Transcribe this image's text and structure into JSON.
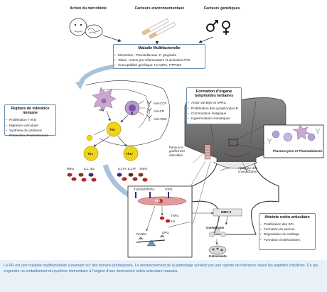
{
  "headers": {
    "microbiote": "Action du microbiote",
    "env": "Facteurs environnementaux",
    "genetic": "Facteurs génétiques"
  },
  "maladie": {
    "title": "Maladie Multifactorielle",
    "items": [
      "Microbiote : Prevotellaceae, P. gingivalis",
      "Tabac : action pro-inflammatoire et activation PAD",
      "Susceptibilité génétique: HLADR1, PTPN22"
    ]
  },
  "rupture": {
    "title": "Rupture de tolérance immune",
    "items": [
      "Prolifération T et B",
      "Migration vasculaire",
      "Synthèse de cytokines",
      "Production d'Autoanticorps"
    ]
  },
  "organe": {
    "title": "Formation d'organe lymphoïdes tertiaires",
    "items": [
      "Action de BlyS et APRIL",
      "Prolifération des Lymphocytes B",
      "Commutation isotypique",
      "Hypermutation somatiques"
    ]
  },
  "atteinte": {
    "title": "Atteinte ostéo-articulaire",
    "items": [
      "Prolifération des SFL",
      "Formation du pannus",
      "Dégradation du cartilage",
      "Formation d'ostéoclastes"
    ]
  },
  "cells": {
    "dc": "DC",
    "b": "B",
    "th0": "Th0",
    "th1": "Th1",
    "th17": "Th17",
    "plasmo": "Plasmocytes et Plasmablastes",
    "osteoblaste": "Ostéoblaste",
    "osteoclaste": "Ostéoclaste",
    "sfl": "SFL"
  },
  "labels": {
    "anti_ccp": "Anti-CCP",
    "anti_fr": "Anti-FR",
    "anti_vmc": "Anti-VMC",
    "th1_cyto": "TNFα",
    "il_a": "IL1, IL6",
    "il_b": "IL17A, IL17F",
    "tnf_b": "TNFα",
    "pannus": "Pannus et gonflement articulaire",
    "apoptose": "Apoptose des chondrocytes",
    "mmp": "MMP-3",
    "tlr": "TLR/NLR",
    "tnfa": "TNFα",
    "s1p1": "S1P1",
    "tnfa2": "TNFα",
    "il6": "IL6",
    "rankl": "RANKL",
    "opg": "OPG"
  },
  "caption": "La PR est une maladie multifactorielle survenant sur des terrains prédisposés. Le déclenchement de la pathologie survient par une rupture de tolérance visant les peptides citrullinés. Ce qui engendre un emballement du système immunitaire à l'origine d'une destruction ostéo-articulaire massive.",
  "colors": {
    "box_border": "#6d8fb0",
    "arrow": "#a9c2dc",
    "th_cell": "#f2d417",
    "caption_bg": "#e9f1f8",
    "caption_text": "#2f6fa8",
    "cigarette": "#e6c08a",
    "bone_grey": "#6d6d6d",
    "cell_red": "#b3262b",
    "dc_pink": "#c9a8cf"
  }
}
